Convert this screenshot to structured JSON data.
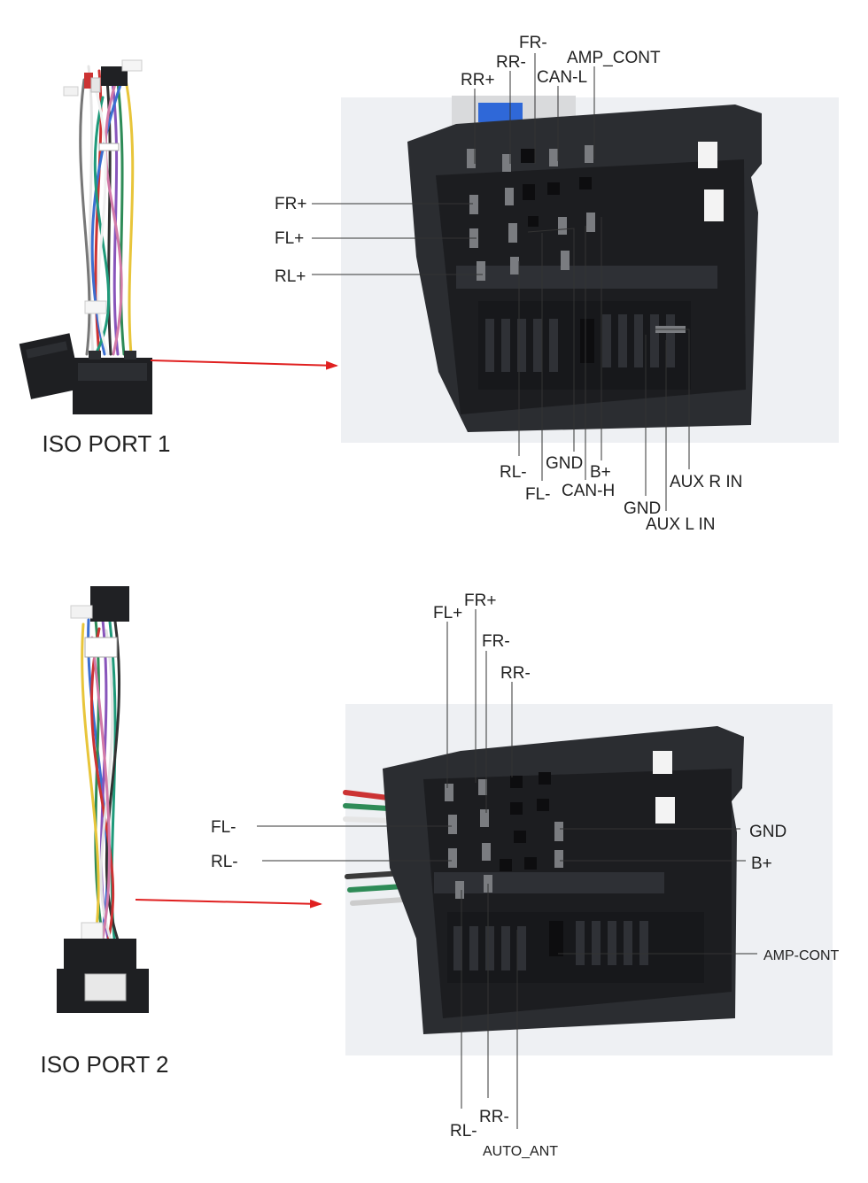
{
  "colors": {
    "line": "#333333",
    "arrow": "#e02020",
    "connector_body": "#2b2d31",
    "connector_dark": "#1c1d20",
    "photo_bg": "#eef0f3",
    "text": "#222222"
  },
  "port1": {
    "caption": "ISO PORT 1",
    "labels": {
      "fr_minus": "FR-",
      "amp_cont": "AMP_CONT",
      "rr_minus": "RR-",
      "can_l": "CAN-L",
      "rr_plus": "RR+",
      "fr_plus": "FR+",
      "fl_plus": "FL+",
      "rl_plus": "RL+",
      "rl_minus": "RL-",
      "gnd_a": "GND",
      "b_plus": "B+",
      "aux_r_in": "AUX R IN",
      "fl_minus": "FL-",
      "can_h": "CAN-H",
      "gnd_b": "GND",
      "aux_l_in": "AUX L IN"
    }
  },
  "port2": {
    "caption": "ISO PORT 2",
    "labels": {
      "fl_plus": "FL+",
      "fr_plus": "FR+",
      "fr_minus": "FR-",
      "rr_minus_top": "RR-",
      "fl_minus": "FL-",
      "rl_minus_left": "RL-",
      "gnd": "GND",
      "b_plus": "B+",
      "amp_cont": "AMP-CONT",
      "rr_minus_bottom": "RR-",
      "rl_minus_bottom": "RL-",
      "auto_ant": "AUTO_ANT"
    }
  }
}
